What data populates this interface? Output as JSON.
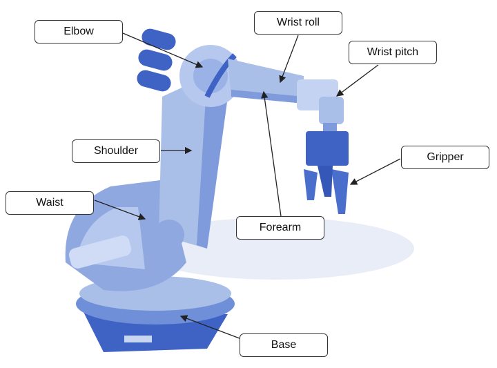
{
  "labels": {
    "elbow": "Elbow",
    "wrist_roll": "Wrist roll",
    "wrist_pitch": "Wrist pitch",
    "shoulder": "Shoulder",
    "gripper": "Gripper",
    "waist": "Waist",
    "forearm": "Forearm",
    "base": "Base"
  },
  "colors": {
    "robot_light": "#a9bfe8",
    "robot_mid": "#7f9bdc",
    "robot_dark": "#3e63c4"
  }
}
